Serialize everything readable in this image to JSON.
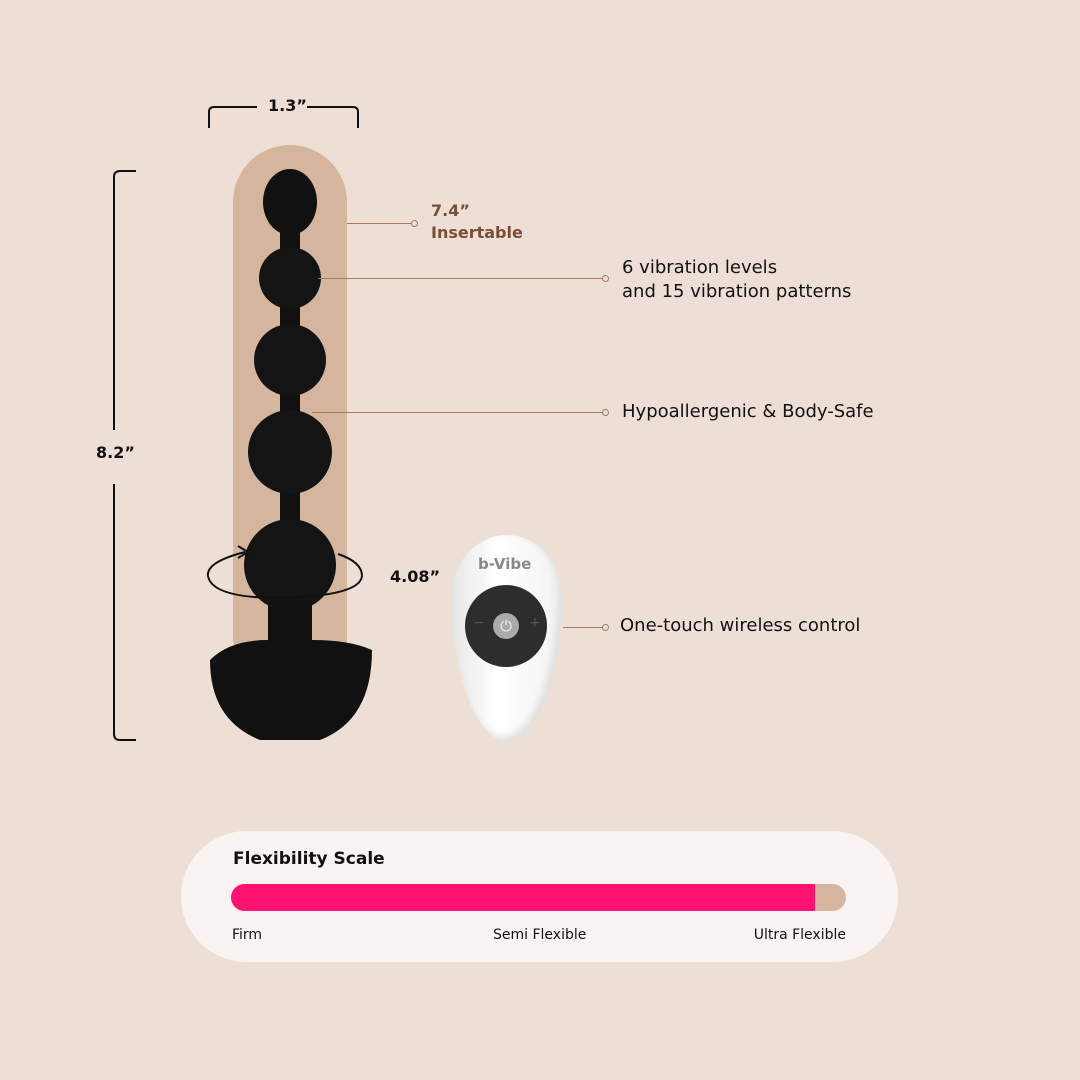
{
  "dimensions": {
    "width": "1.3”",
    "length": "8.2”",
    "insertable_value": "7.4”",
    "insertable_label": "Insertable",
    "circumference": "4.08”"
  },
  "features": [
    {
      "line1": "6 vibration levels",
      "line2": "and 15 vibration patterns"
    },
    {
      "line1": "Hypoallergenic & Body-Safe"
    },
    {
      "line1": "One-touch wireless control"
    }
  ],
  "remote": {
    "brand": "b-Vibe",
    "minus": "−",
    "plus": "+"
  },
  "flexibility": {
    "title": "Flexibility Scale",
    "value_percent": 95,
    "labels": [
      "Firm",
      "Semi Flexible",
      "Ultra Flexible"
    ],
    "fill_color": "#ff1271",
    "track_color": "#d5b59d"
  }
}
